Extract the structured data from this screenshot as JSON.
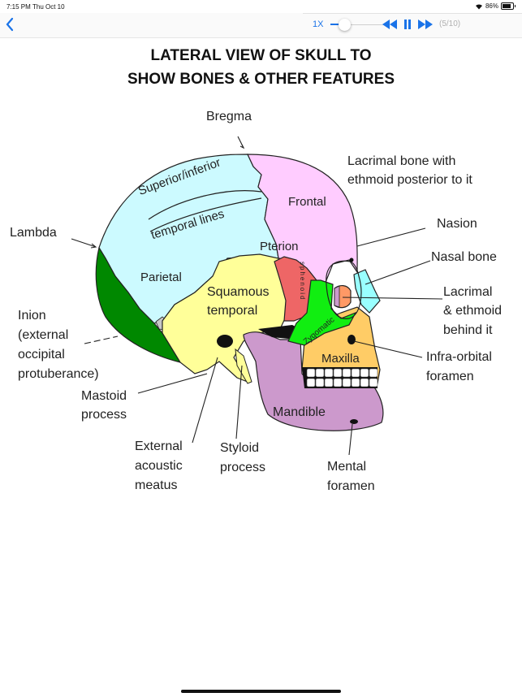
{
  "status_bar": {
    "time": "7:15 PM",
    "date": "Thu Oct 10",
    "battery_text": "86%",
    "battery_level": 0.86,
    "wifi_icon": "wifi-icon"
  },
  "nav": {
    "back_icon": "chevron-left-icon",
    "speed_label": "1X",
    "speed_slider_value": 0.25,
    "rewind_icon": "◀◀",
    "pause_icon": "❚❚",
    "forward_icon": "▶▶",
    "counter": "(5/10)"
  },
  "diagram": {
    "title_line1": "LATERAL VIEW OF SKULL TO",
    "title_line2": "SHOW BONES & OTHER FEATURES",
    "colors": {
      "parietal": "#ccfaff",
      "frontal": "#ffccff",
      "occipital": "#008800",
      "temporal": "#ffff99",
      "sphenoid": "#ee6666",
      "zygomatic": "#11ee11",
      "maxilla": "#ffcc66",
      "mandible": "#cc99cc",
      "nasal": "#99ffff",
      "lacrimal": "#ff9966"
    },
    "external_labels": {
      "bregma": "Bregma",
      "lacrimal_top_1": "Lacrimal bone with",
      "lacrimal_top_2": "ethmoid posterior to it",
      "nasion": "Nasion",
      "nasal_bone": "Nasal bone",
      "lacrimal_1": "Lacrimal",
      "lacrimal_2": "& ethmoid",
      "lacrimal_3": "behind it",
      "infraorbital_1": "Infra-orbital",
      "infraorbital_2": "foramen",
      "lambda": "Lambda",
      "inion_1": "Inion",
      "inion_2": "(external",
      "inion_3": "occipital",
      "inion_4": "protuberance)",
      "mastoid_1": "Mastoid",
      "mastoid_2": "process",
      "eam_1": "External",
      "eam_2": "acoustic",
      "eam_3": "meatus",
      "styloid_1": "Styloid",
      "styloid_2": "process",
      "mental_1": "Mental",
      "mental_2": "foramen"
    },
    "internal_labels": {
      "superior_inferior": "Superior/inferior",
      "temporal_lines": "temporal lines",
      "frontal": "Frontal",
      "pterion": "Pterion",
      "parietal": "Parietal",
      "squamous_1": "Squamous",
      "squamous_2": "temporal",
      "sphenoid": "sphenoid",
      "zygomatic": "Zygomatic",
      "maxilla": "Maxilla",
      "mandible": "Mandible"
    }
  }
}
